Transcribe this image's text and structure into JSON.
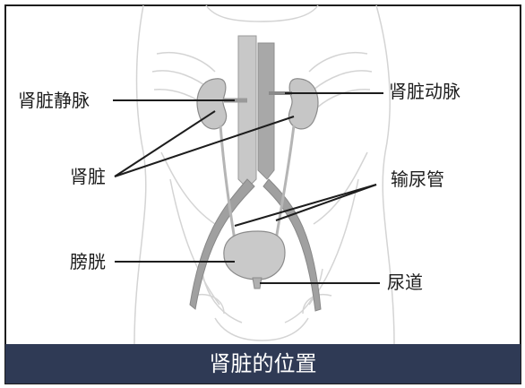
{
  "labels": {
    "renal_vein": "肾脏静脉",
    "renal_artery": "肾脏动脉",
    "kidney": "肾脏",
    "ureter": "输尿管",
    "bladder": "膀胱",
    "urethra": "尿道"
  },
  "caption": "肾脏的位置",
  "colors": {
    "caption_bg": "#2f3a55",
    "frame": "#1d1d1d",
    "organ": "#bdbdbd",
    "body_outline": "#cfcfcf"
  }
}
